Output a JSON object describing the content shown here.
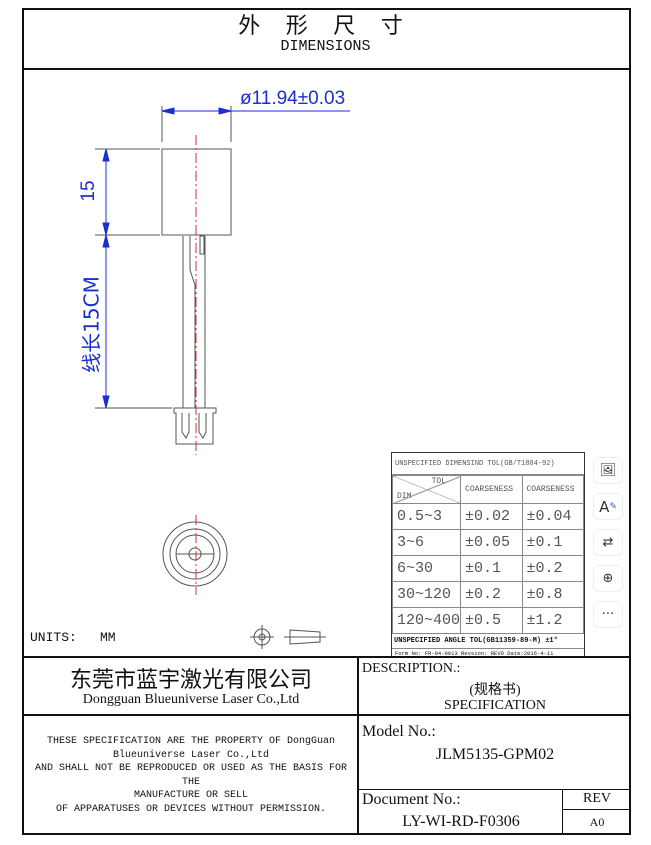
{
  "header": {
    "title_cn": "外 形 尺 寸",
    "title_en": "DIMENSIONS"
  },
  "drawing": {
    "diameter": "ø11.94±0.03",
    "height": "15",
    "wire_length": "线长15CM",
    "units_label": "UNITS:",
    "units_value": "MM"
  },
  "tolerance_table": {
    "title": "UNSPECIFIED DIMENSIND TOL(GB/T1804-92)",
    "corner_top": "TOL",
    "corner_bottom": "DIM",
    "headers": [
      "COARSENESS",
      "COARSENESS"
    ],
    "rows": [
      [
        "0.5~3",
        "±0.02",
        "±0.04"
      ],
      [
        "3~6",
        "±0.05",
        "±0.1"
      ],
      [
        "6~30",
        "±0.1",
        "±0.2"
      ],
      [
        "30~120",
        "±0.2",
        "±0.8"
      ],
      [
        "120~400",
        "±0.5",
        "±1.2"
      ]
    ],
    "angle_tol": "UNSPECIFIED ANGLE TOL(GB11359-89-M) ±1°",
    "form": "Form No: FR-04-0013 Revsion: REVO  Date:2016-4-11"
  },
  "company": {
    "name_cn": "东莞市蓝宇激光有限公司",
    "name_en": "Dongguan Blueuniverse Laser Co.,Ltd"
  },
  "notice": [
    "THESE SPECIFICATION ARE THE PROPERTY OF DongGuan",
    "Blueuniverse Laser Co.,Ltd",
    "AND SHALL NOT BE REPRODUCED OR USED AS THE BASIS FOR THE",
    "MANUFACTURE OR SELL",
    "OF APPARATUSES OR DEVICES WITHOUT PERMISSION."
  ],
  "description": {
    "label": "DESCRIPTION.:",
    "cn": "(规格书)",
    "en": "SPECIFICATION"
  },
  "model": {
    "label": "Model No.:",
    "value": "JLM5135-GPM02"
  },
  "document": {
    "label": "Document No.:",
    "value": "LY-WI-RD-F0306",
    "rev_label": "REV",
    "rev_value": "A0"
  },
  "toolbar": [
    "image-edit-icon",
    "text-edit-icon",
    "convert-icon",
    "zoom-in-icon",
    "more-icon"
  ],
  "colors": {
    "dimension": "#1a2fd0",
    "centerline": "#cc3333"
  }
}
